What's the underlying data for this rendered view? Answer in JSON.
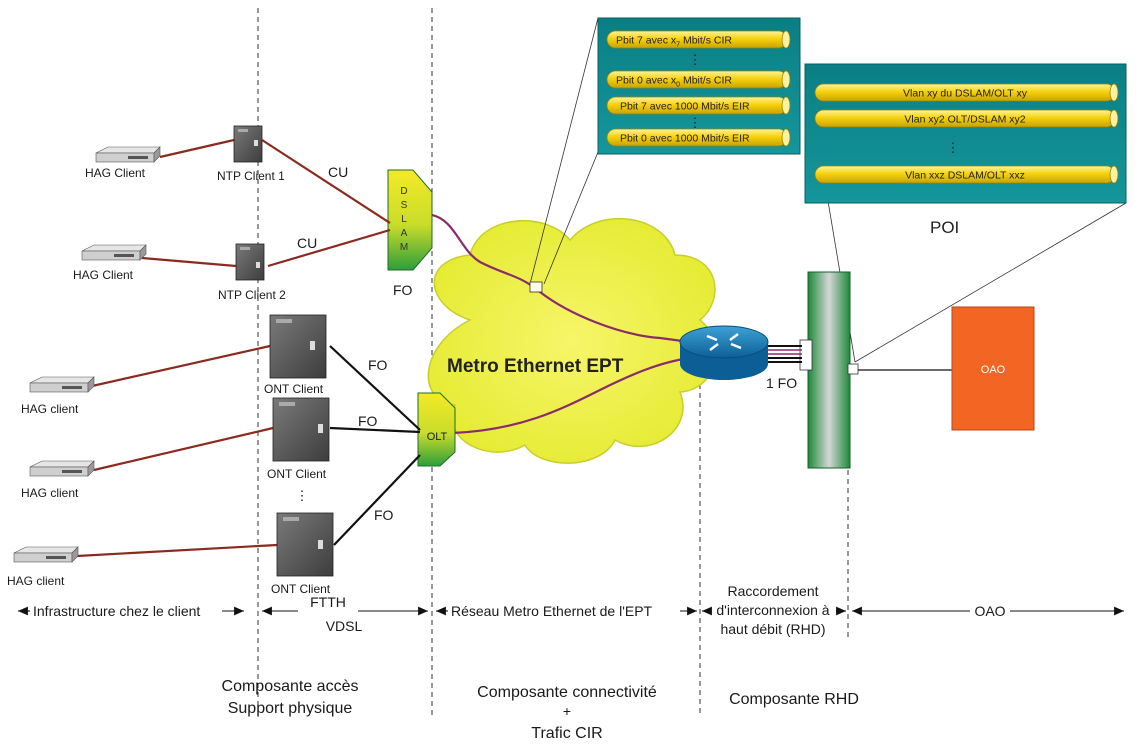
{
  "hag_top_1": "HAG Client",
  "hag_top_2": "HAG Client",
  "hag_lower_1": "HAG client",
  "hag_lower_2": "HAG client",
  "hag_lower_3": "HAG client",
  "ntp_1": "NTP Client 1",
  "ntp_2": "NTP Client 2",
  "ont_1": "ONT Client",
  "ont_2": "ONT Client",
  "ont_3": "ONT Client",
  "ont_dots": "⋮",
  "cu_1": "CU",
  "cu_2": "CU",
  "fo_dslam": "FO",
  "fo_1": "FO",
  "fo_2": "FO",
  "fo_3": "FO",
  "dslam_letters": [
    "D",
    "S",
    "L",
    "A",
    "M"
  ],
  "olt": "OLT",
  "cloud": "Metro Ethernet EPT",
  "link_fo": "1 FO",
  "oao_box": "OAO",
  "poi": "POI",
  "cir_pipes": {
    "p7_pre": "Pbit 7 avec x",
    "p7_sub": "7",
    "p7_post": " Mbit/s CIR",
    "dots": "⋮",
    "p0_pre": "Pbit 0 avec x",
    "p0_sub": "0",
    "p0_post": " Mbit/s CIR",
    "p7_eir": "Pbit 7 avec 1000 Mbit/s EIR",
    "dots2": "⋮",
    "p0_eir": "Pbit 0 avec 1000 Mbit/s EIR"
  },
  "vlan_pipes": {
    "v1": "Vlan xy du DSLAM/OLT xy",
    "v2": "Vlan xy2 OLT/DSLAM xy2",
    "dots": "⋮",
    "v3": "Vlan xxz DSLAM/OLT xxz"
  },
  "bottom": {
    "infra": "Infrastructure chez le client",
    "ftth": "FTTH",
    "vdsl": "VDSL",
    "reseau": "Réseau Metro Ethernet de l'EPT",
    "racc1": "Raccordement",
    "racc2": "d'interconnexion à",
    "racc3": "haut débit (RHD)",
    "oao": "OAO"
  },
  "comp": {
    "acces1": "Composante accès",
    "acces2": "Support physique",
    "conn1": "Composante connectivité",
    "conn_plus": "+",
    "conn2": "Trafic CIR",
    "rhd": "Composante RHD"
  }
}
